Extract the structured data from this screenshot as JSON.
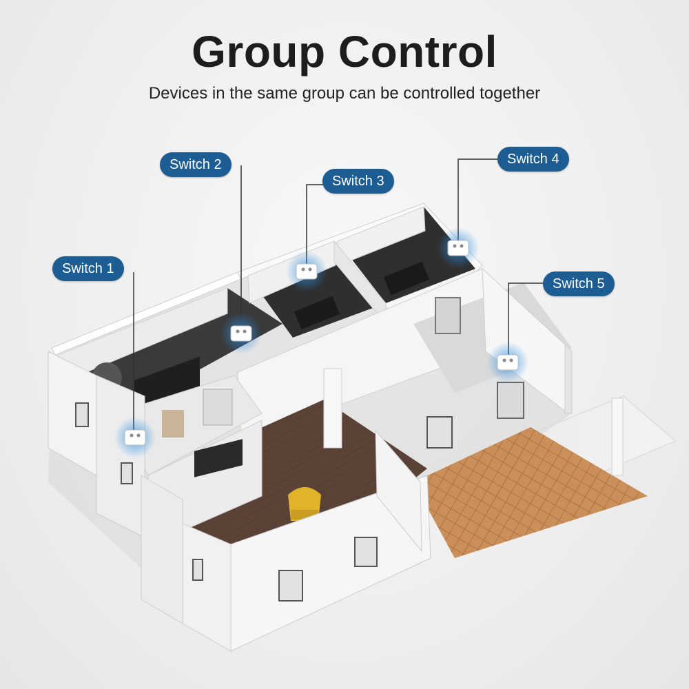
{
  "header": {
    "title": "Group Control",
    "subtitle": "Devices in the same group can be controlled together"
  },
  "switches": [
    {
      "label": "Switch 1"
    },
    {
      "label": "Switch 2"
    },
    {
      "label": "Switch 3"
    },
    {
      "label": "Switch 4"
    },
    {
      "label": "Switch 5"
    }
  ],
  "colors": {
    "badge": "#1c5d93",
    "glow": "#2a8ee0",
    "wall": "#f3f3f3",
    "floor_wood": "#5b4237",
    "floor_parquet": "#c98a52"
  }
}
